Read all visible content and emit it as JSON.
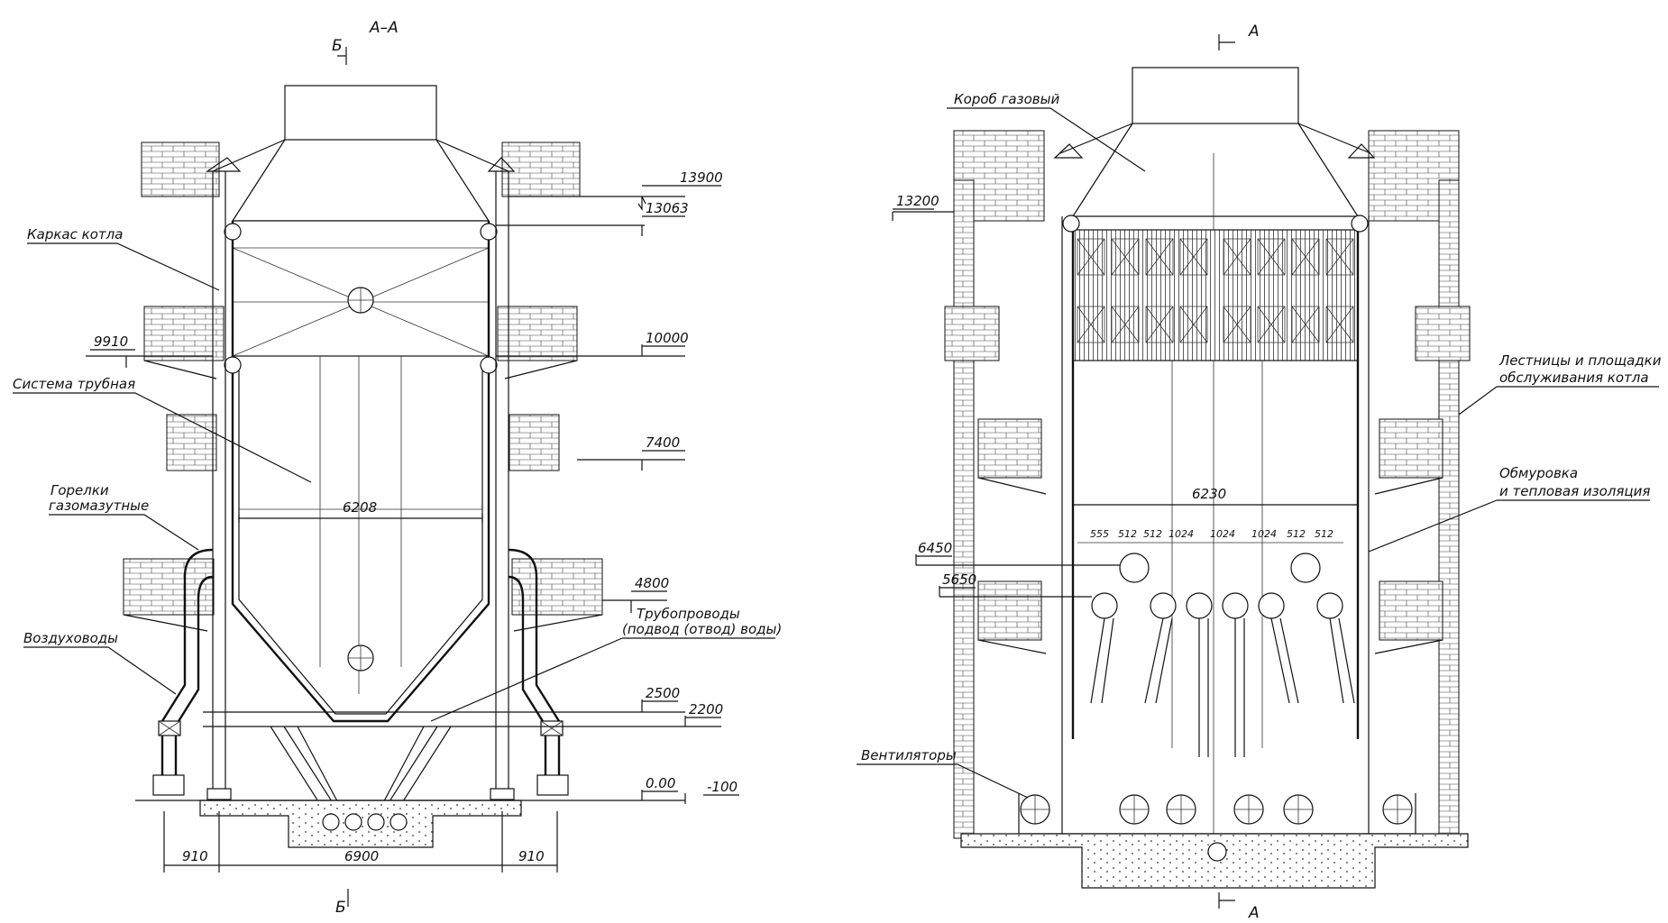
{
  "left_view": {
    "section_title": "А–А",
    "cut_label_top": "Б",
    "cut_label_bottom": "Б",
    "labels": {
      "frame": "Каркас котла",
      "tube_system": "Система трубная",
      "burners_line1": "Горелки",
      "burners_line2": "газомазутные",
      "air_ducts": "Воздуховоды",
      "pipelines_line1": "Трубопроводы",
      "pipelines_line2": "(подвод (отвод) воды)"
    },
    "elevations": {
      "e13900": "13900",
      "e13063": "13063",
      "e10000": "10000",
      "e9910": "9910",
      "e7400": "7400",
      "e4800": "4800",
      "e2500": "2500",
      "e2200": "2200",
      "e000": "0.00",
      "em100": "-100"
    },
    "dimensions": {
      "inner_width": "6208",
      "left_offset": "910",
      "base_width": "6900",
      "right_offset": "910"
    }
  },
  "right_view": {
    "cut_label_top": "А",
    "cut_label_bottom": "А",
    "labels": {
      "gas_duct": "Короб газовый",
      "stairs_line1": "Лестницы и площадки",
      "stairs_line2": "обслуживания котла",
      "lining_line1": "Обмуровка",
      "lining_line2": "и тепловая изоляция",
      "fans": "Вентиляторы"
    },
    "elevations": {
      "e13200": "13200",
      "e6450": "6450",
      "e5650": "5650"
    },
    "dimensions": {
      "inner_width": "6230",
      "spacing": [
        "555",
        "512",
        "512",
        "1024",
        "1024",
        "1024",
        "512",
        "512"
      ]
    }
  }
}
